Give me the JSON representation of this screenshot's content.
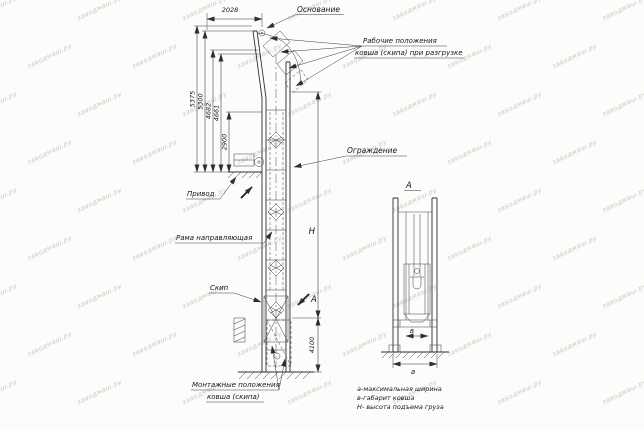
{
  "watermark": {
    "text": "заводмаш.ру"
  },
  "main_view": {
    "labels": {
      "base": "Основание",
      "working_line1": "Рабочие положения",
      "working_line2": "ковша (скипа) при разгрузке",
      "guard": "Ограждение",
      "drive": "Привод",
      "guide_frame": "Рама направляющая",
      "skip": "Скип",
      "mounting_line1": "Монтажные положения",
      "mounting_line2": "ковша (скипа)"
    },
    "dimensions": {
      "top_width": "2028",
      "left_heights": [
        "5375",
        "5300",
        "4682",
        "4661",
        "2900"
      ],
      "lower_height": "4100",
      "lift_height_symbol": "Н"
    },
    "section_arrow_label": "А"
  },
  "section_view": {
    "title": "А",
    "inner_width_symbol": "в",
    "outer_width_symbol": "а"
  },
  "legend": {
    "line1": "а-максимальная ширина",
    "line2": "в-габарит ковша",
    "line3": "Н- высота подъема груза"
  }
}
